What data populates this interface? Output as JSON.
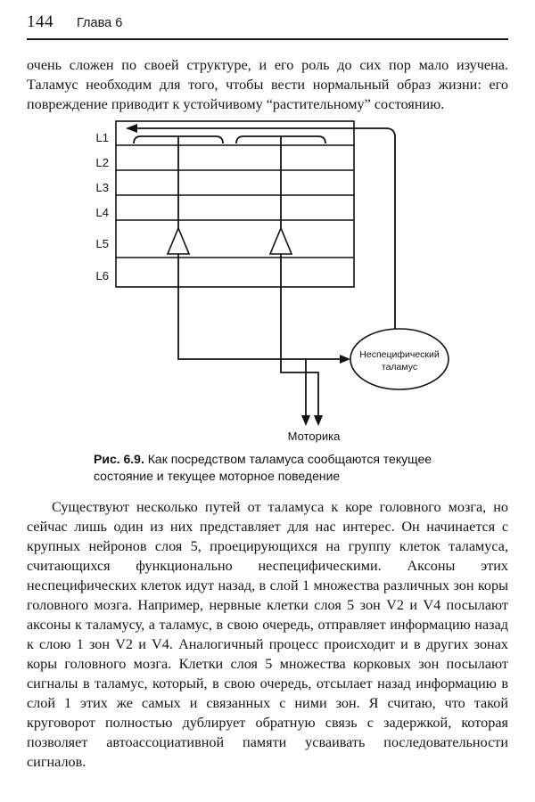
{
  "header": {
    "page_number": "144",
    "chapter": "Глава 6"
  },
  "paragraphs": {
    "intro": "очень сложен по своей структуре, и его роль до сих пор мало изучена. Таламус необходим для того, чтобы вести нормальный образ жизни: его повреждение приводит к устойчивому “растительному” состоянию.",
    "main": "Существуют несколько путей от таламуса к коре головного мозга, но сейчас лишь один из них представляет для нас интерес. Он начинается с крупных нейронов слоя 5, проецирующихся на группу клеток таламуса, считающихся функционально неспецифическими. Аксоны этих неспецифических клеток идут назад, в слой 1 множества различных зон коры головного мозга. Например, нервные клетки слоя 5 зон V2 и V4 посылают аксоны к таламусу, а таламус, в свою очередь, отправляет информацию назад к слою 1 зон V2 и V4. Аналогичный процесс происходит и в других зонах коры головного мозга. Клетки слоя 5 множества корковых зон посылают сигналы в таламус, который, в свою очередь, отсылает назад информацию в слой 1 этих же самых и связанных с ними зон. Я считаю, что такой круговорот полностью дублирует обратную связь с задержкой, которая позволяет автоассоциативной памяти усваивать последовательности сигналов."
  },
  "figure": {
    "layers": [
      "L1",
      "L2",
      "L3",
      "L4",
      "L5",
      "L6"
    ],
    "thalamus_line1": "Неспецифический",
    "thalamus_line2": "таламус",
    "motor_label": "Моторика",
    "caption_label": "Рис. 6.9.",
    "caption_text": "Как посредством таламуса сообщаются текущее состояние и текущее моторное поведение"
  }
}
